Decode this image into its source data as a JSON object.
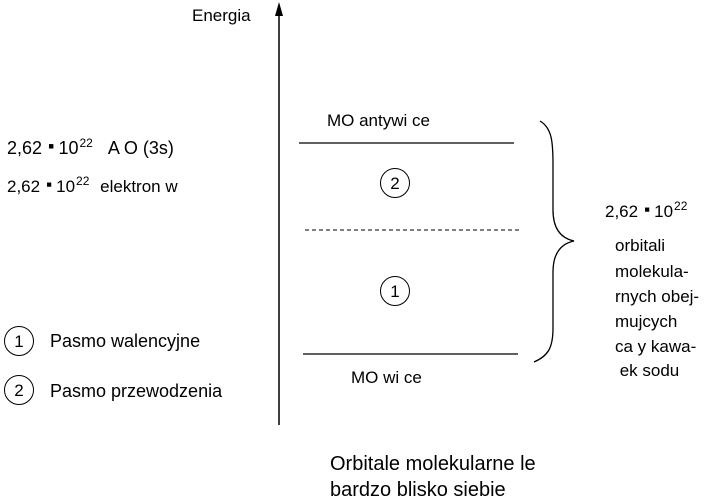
{
  "axis": {
    "label": "Energia"
  },
  "levels": {
    "antibonding_label": "MO antywi   ce",
    "bonding_label": "MO wi   ce"
  },
  "bands": {
    "band2_number": "2",
    "band1_number": "1"
  },
  "left_counts": {
    "row1": {
      "mantissa": "2,62",
      "base": "10",
      "exponent": "22",
      "text": "A O (3s)"
    },
    "row2": {
      "mantissa": "2,62",
      "base": "10",
      "exponent": "22",
      "text": "elektron w"
    }
  },
  "legend": [
    {
      "number": "1",
      "label": "Pasmo walencyjne"
    },
    {
      "number": "2",
      "label": "Pasmo przewodzenia"
    }
  ],
  "right_note": {
    "mantissa": "2,62",
    "base": "10",
    "exponent": "22",
    "lines": [
      "orbitali",
      "molekula-",
      "rnych obej-",
      "mujcych",
      "ca y kawa-",
      " ek sodu"
    ]
  },
  "caption": {
    "line1": "Orbitale molekularne le",
    "line2": "bardzo blisko siebie"
  }
}
